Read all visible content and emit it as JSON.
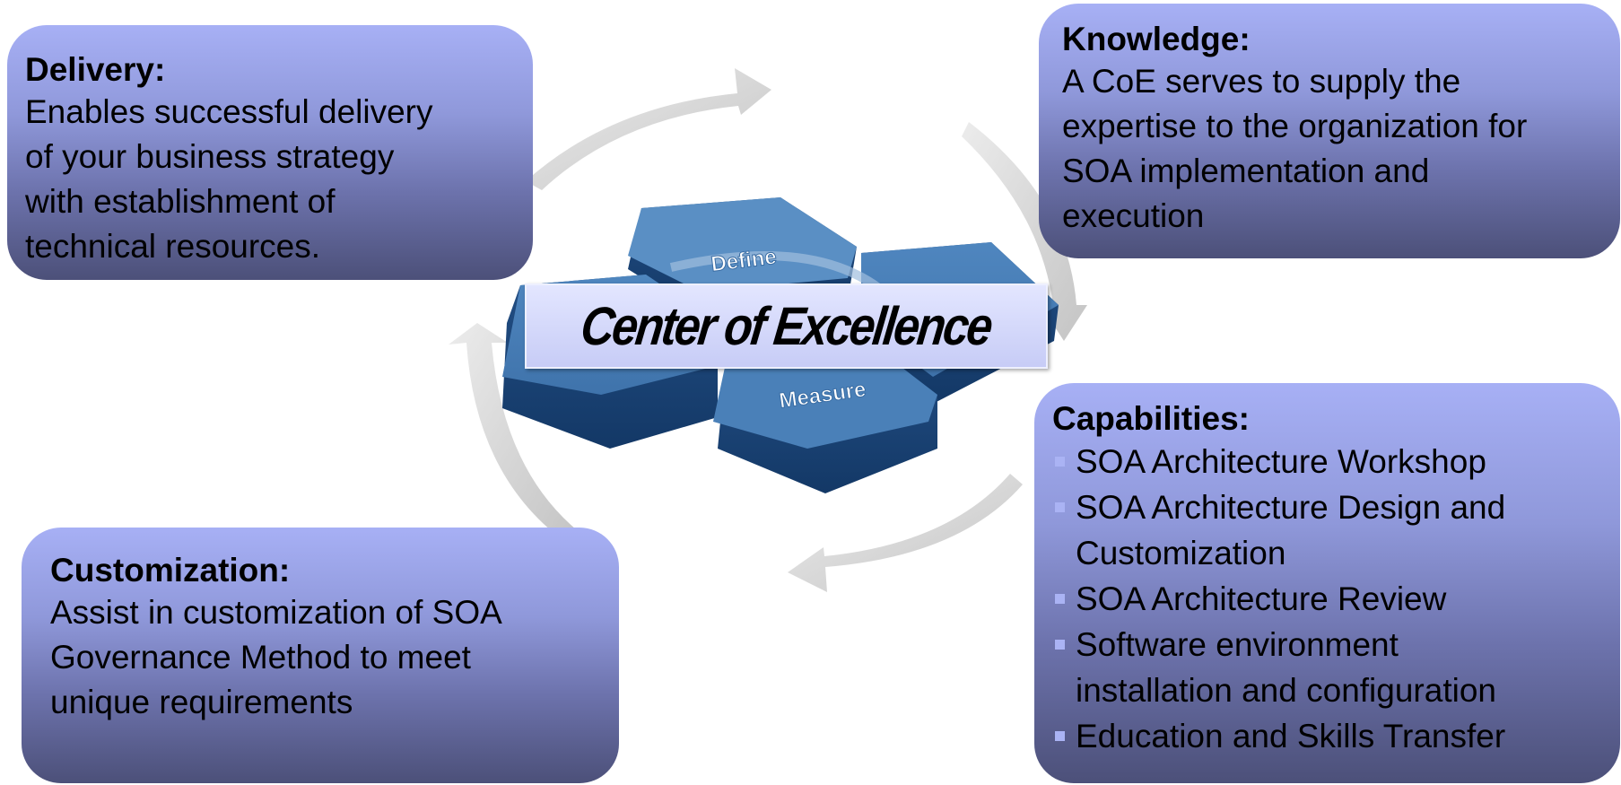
{
  "center": {
    "title": "Center of Excellence",
    "hex_labels": {
      "top": "Define",
      "bottom": "Measure"
    }
  },
  "delivery": {
    "title": "Delivery:",
    "lines": [
      "Enables successful delivery",
      "of your business strategy",
      "with  establishment of",
      "technical resources."
    ]
  },
  "knowledge": {
    "title": "Knowledge:",
    "lines": [
      "A CoE serves to supply the",
      "expertise to the organization for",
      "SOA implementation and",
      "execution"
    ]
  },
  "capabilities": {
    "title": "Capabilities:",
    "items": [
      [
        "SOA Architecture Workshop"
      ],
      [
        "SOA Architecture Design and",
        "Customization"
      ],
      [
        "SOA Architecture Review"
      ],
      [
        "Software environment",
        "installation and configuration"
      ],
      [
        "Education and Skills Transfer"
      ]
    ]
  },
  "customization": {
    "title": "Customization:",
    "lines": [
      "Assist in customization of SOA",
      "Governance Method to meet",
      "unique requirements"
    ]
  },
  "colors": {
    "box_gradient_top": "#a7b0f5",
    "box_gradient_bottom": "#4c5079",
    "hex_top": "#5a8fc4",
    "hex_side": "#1e4c80",
    "arrow": "#d6d6d6",
    "banner": "#d6daff"
  },
  "icons": [
    "cycle-arrow-icon",
    "square-bullet-icon"
  ]
}
